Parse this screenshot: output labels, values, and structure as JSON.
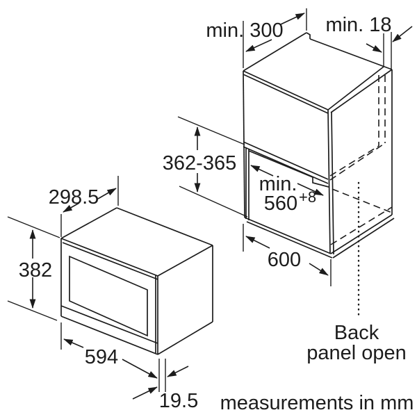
{
  "diagram": {
    "kind": "built-in microwave installation drawing",
    "colors": {
      "line": "#1c1c1c",
      "background": "#ffffff"
    },
    "cabinet_dims": {
      "niche_depth": "min. 300",
      "panel_thickness": "min. 18",
      "niche_height": "362-365",
      "niche_width_prefix": "min.",
      "niche_width_value": "560",
      "niche_width_tolerance": "+8",
      "cabinet_width": "600"
    },
    "oven_dims": {
      "depth": "298.5",
      "height": "382",
      "width": "594",
      "door_protrusion": "19.5"
    },
    "notes": {
      "back_panel_line1": "Back",
      "back_panel_line2": "panel open",
      "units": "measurements in mm"
    }
  }
}
